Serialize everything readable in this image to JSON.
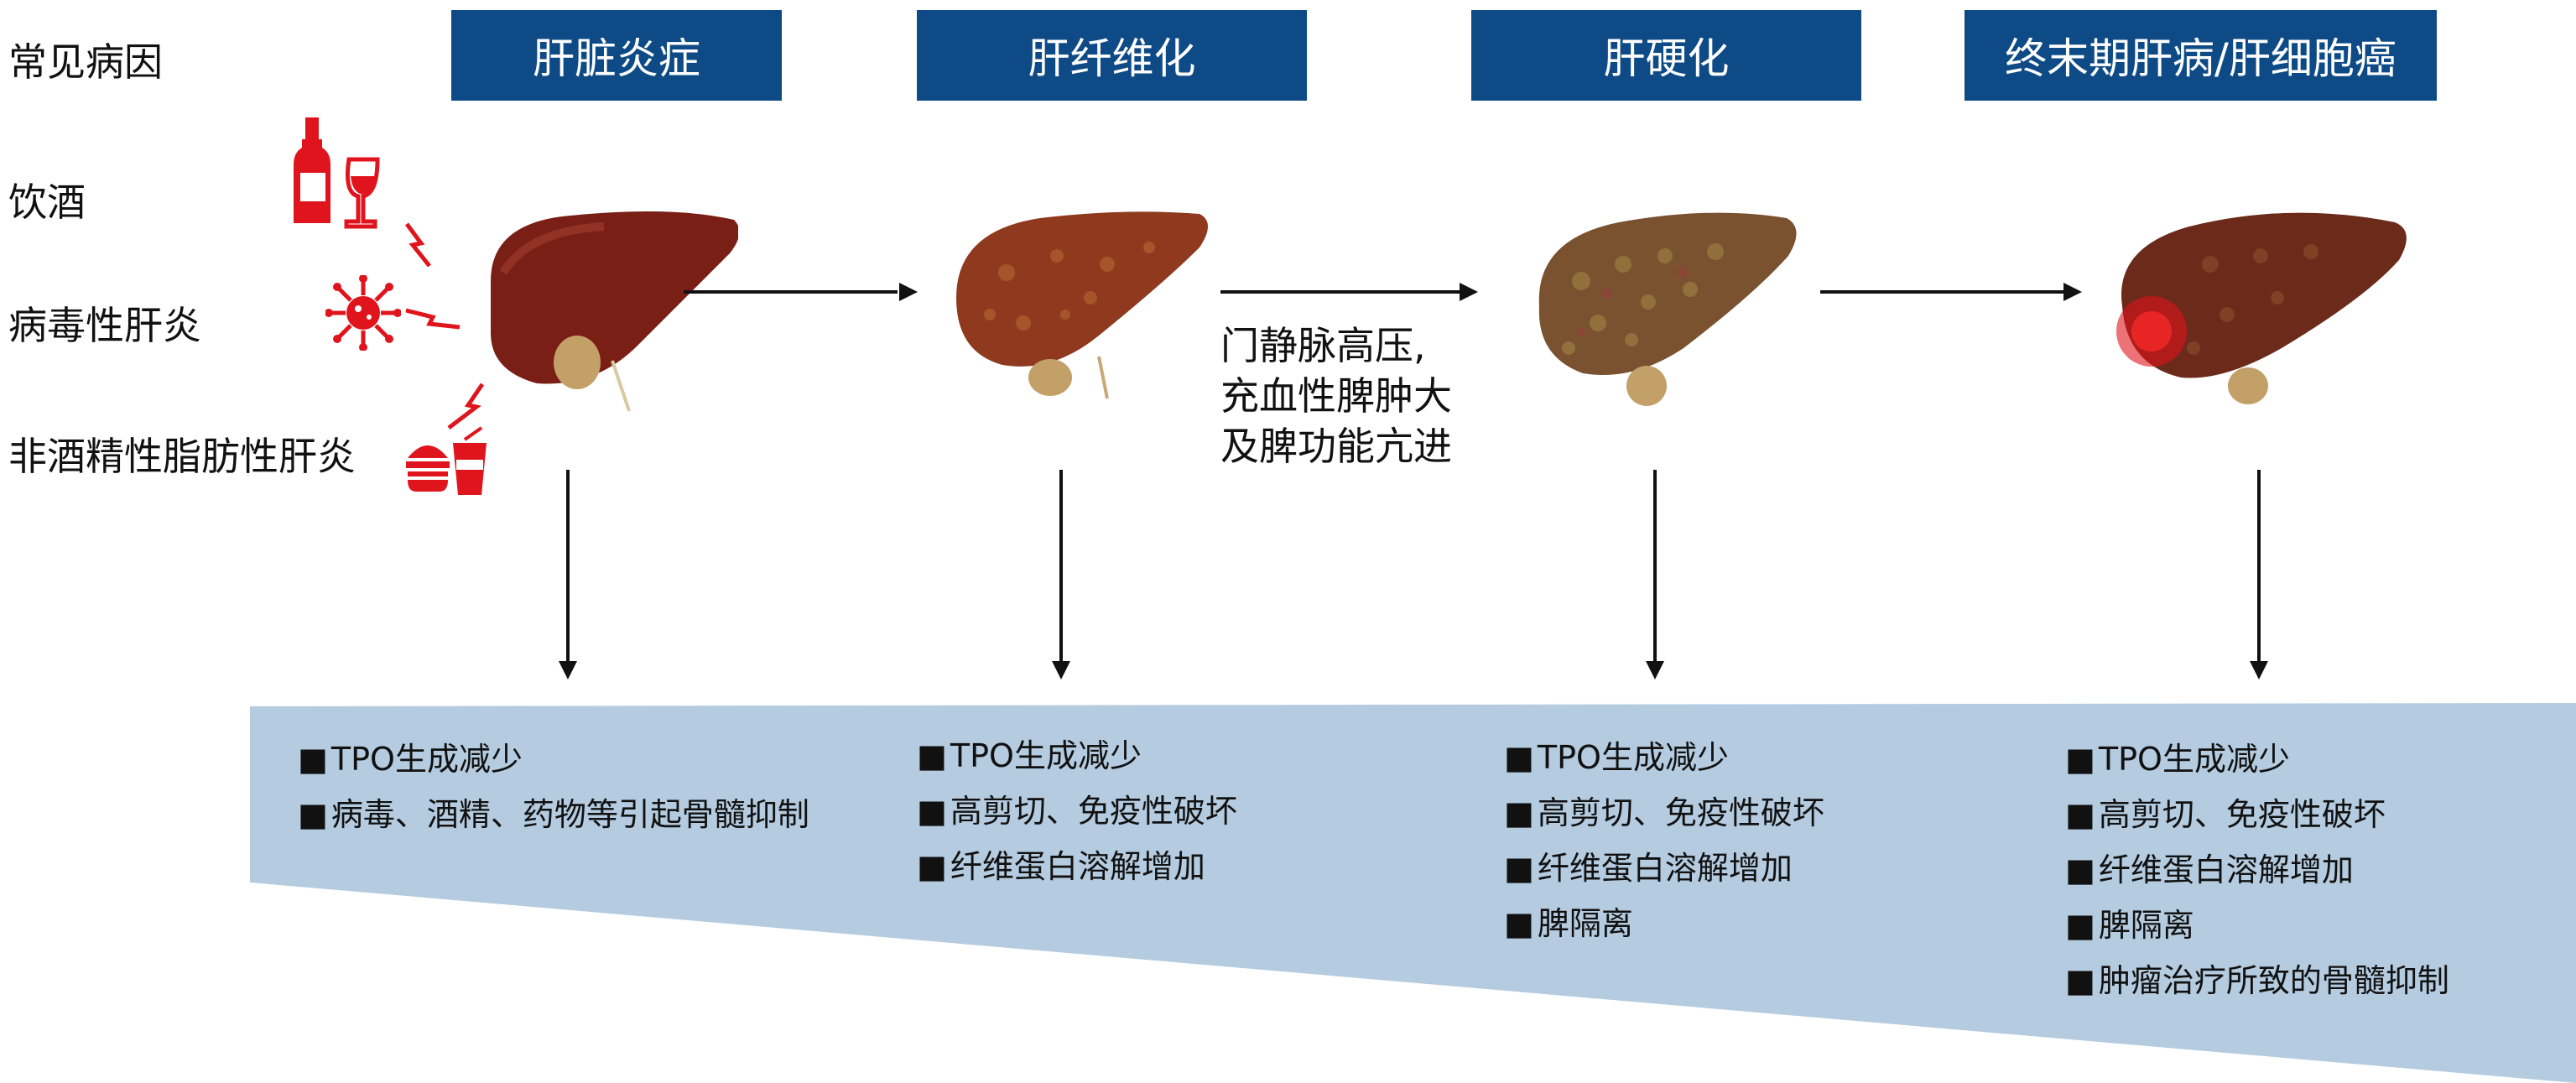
{
  "causes": {
    "header": "常见病因",
    "items": [
      "饮酒",
      "病毒性肝炎",
      "非酒精性脂肪性肝炎"
    ]
  },
  "stages": [
    "肝脏炎症",
    "肝纤维化",
    "肝硬化",
    "终末期肝病/肝细胞癌"
  ],
  "transition_note": [
    "门静脉高压,",
    "充血性脾肿大",
    "及脾功能亢进"
  ],
  "mechanisms": [
    [
      "TPO生成减少",
      "病毒、酒精、药物等引起骨髓抑制"
    ],
    [
      "TPO生成减少",
      "高剪切、免疫性破坏",
      "纤维蛋白溶解增加"
    ],
    [
      "TPO生成减少",
      "高剪切、免疫性破坏",
      "纤维蛋白溶解增加",
      "脾隔离"
    ],
    [
      "TPO生成减少",
      "高剪切、免疫性破坏",
      "纤维蛋白溶解增加",
      "脾隔离",
      "肿瘤治疗所致的骨髓抑制"
    ]
  ],
  "colors": {
    "stage_box": "#0d4a86",
    "band": "#b4cbe0",
    "icon_red": "#e0141c",
    "liver_1": "#7a1f16",
    "liver_2": "#8f3a1f",
    "liver_3": "#7a5230",
    "liver_4": "#6b2a1a"
  },
  "icons": [
    "bottle-glass-icon",
    "virus-icon",
    "fast-food-icon"
  ]
}
